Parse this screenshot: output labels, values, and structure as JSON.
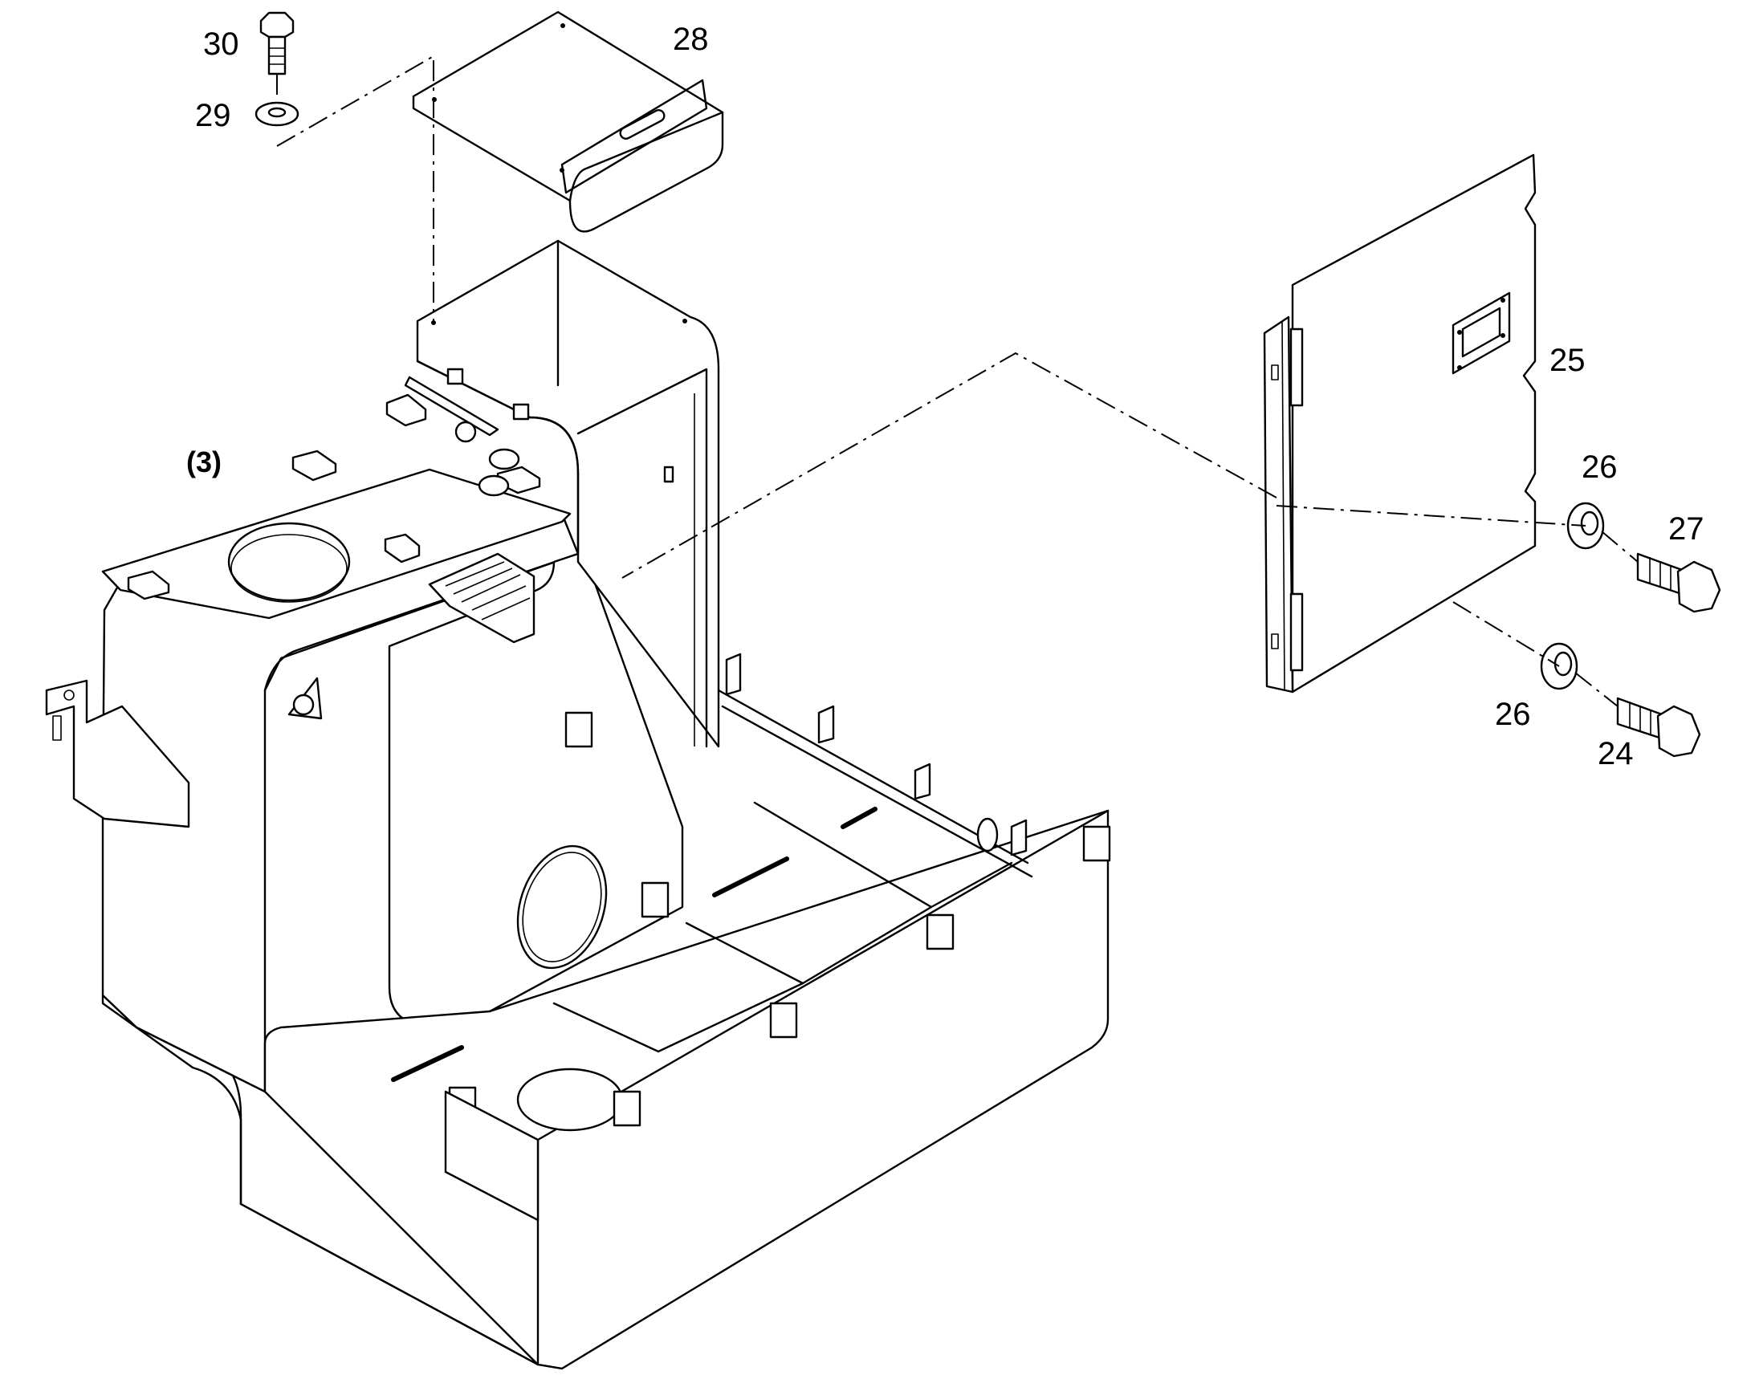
{
  "callouts": {
    "c30": "30",
    "c29": "29",
    "c28": "28",
    "c25": "25",
    "c26a": "26",
    "c27": "27",
    "c26b": "26",
    "c24": "24",
    "c3": "(3)"
  },
  "colors": {
    "line": "#000000",
    "background": "#ffffff"
  }
}
